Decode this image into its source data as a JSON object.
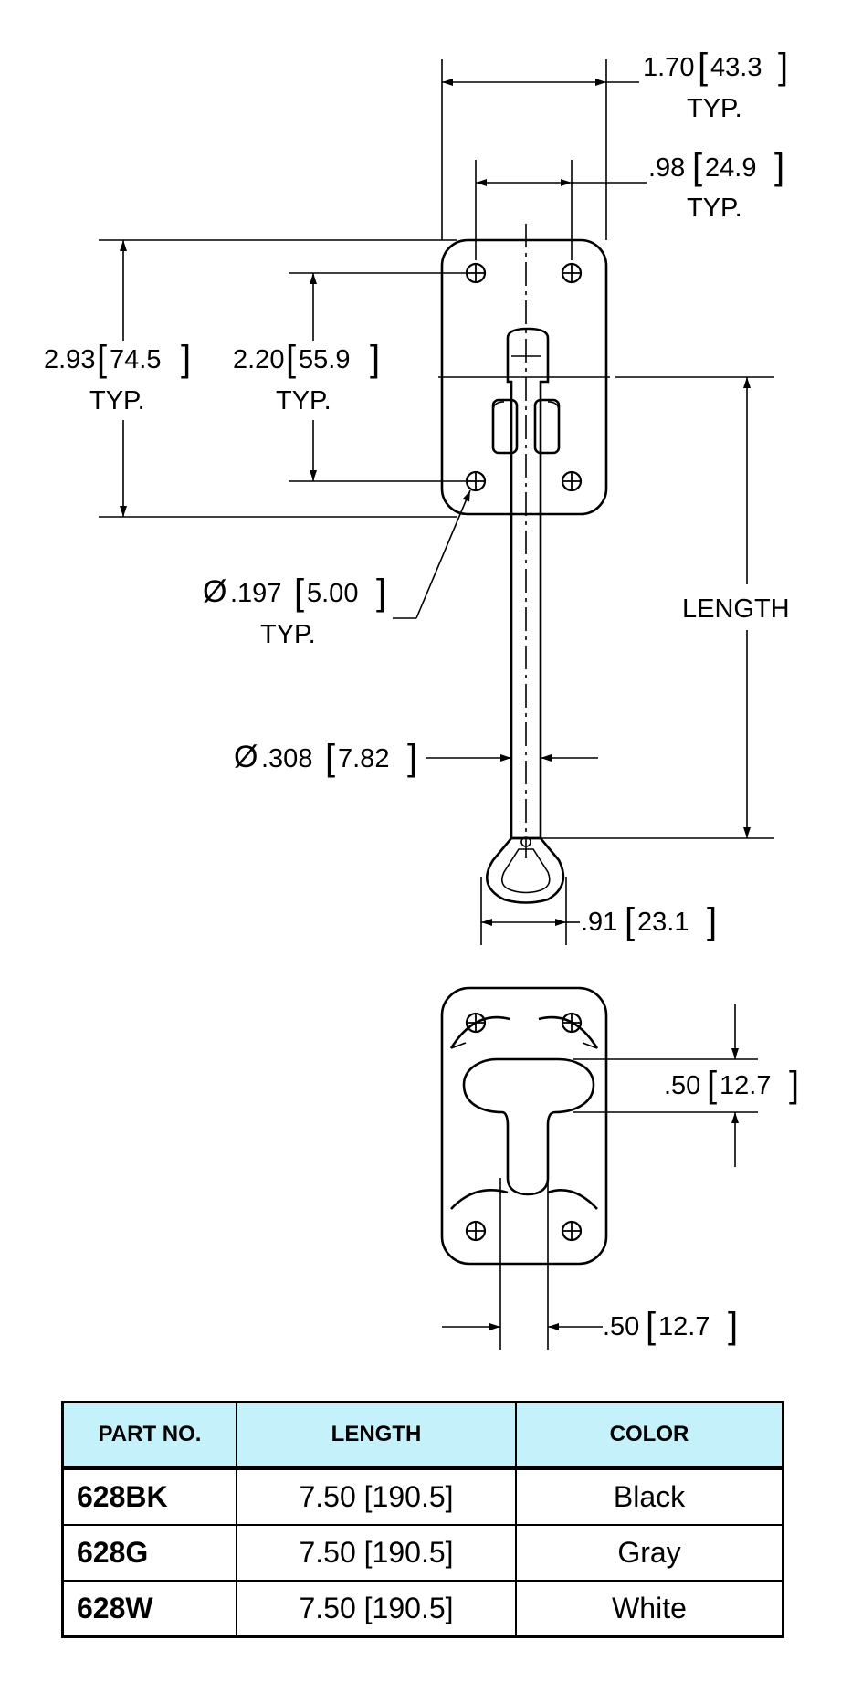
{
  "dimensions": {
    "overall_width": {
      "value": "1.70",
      "metric": "43.3",
      "note": "TYP."
    },
    "hole_spacing_horizontal": {
      "value": ".98",
      "metric": "24.9",
      "note": "TYP."
    },
    "overall_height": {
      "value": "2.93",
      "metric": "74.5",
      "note": "TYP."
    },
    "hole_spacing_vertical": {
      "value": "2.20",
      "metric": "55.9",
      "note": "TYP."
    },
    "hole_diameter": {
      "symbol": "Ø",
      "value": ".197",
      "metric": "5.00",
      "note": "TYP."
    },
    "rod_diameter": {
      "symbol": "Ø",
      "value": ".308",
      "metric": "7.82"
    },
    "length_label": "LENGTH",
    "eye_width": {
      "value": ".91",
      "metric": "23.1"
    },
    "keeper_slot_height": {
      "value": ".50",
      "metric": "12.7"
    },
    "keeper_slot_width": {
      "value": ".50",
      "metric": "12.7"
    }
  },
  "table": {
    "headers": [
      "PART NO.",
      "LENGTH",
      "COLOR"
    ],
    "header_color": "#c5f1fa",
    "rows": [
      {
        "part_no": "628BK",
        "length": "7.50 [190.5]",
        "color": "Black"
      },
      {
        "part_no": "628G",
        "length": "7.50 [190.5]",
        "color": "Gray"
      },
      {
        "part_no": "628W",
        "length": "7.50 [190.5]",
        "color": "White"
      }
    ]
  }
}
